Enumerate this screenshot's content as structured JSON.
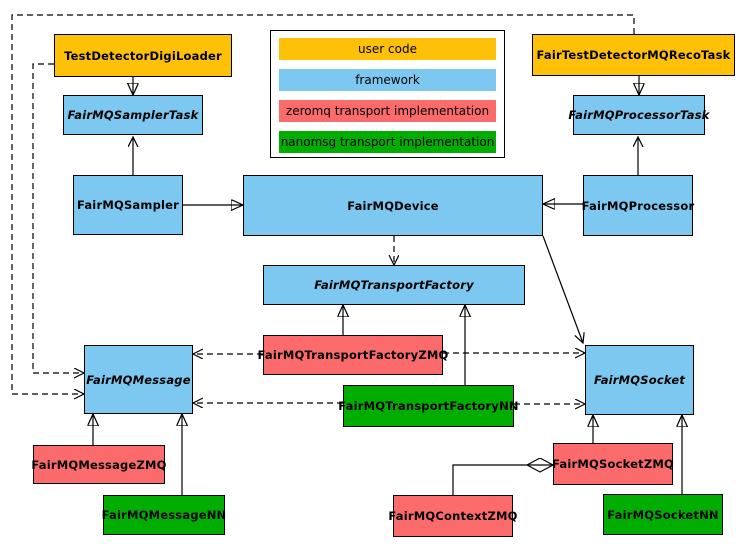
{
  "colors": {
    "user_code": "#FFC107",
    "framework": "#7CC8F0",
    "zeromq": "#FB6B6B",
    "nanomsg": "#00AD00",
    "line": "#000000",
    "background": "#FFFFFF"
  },
  "legend": {
    "items": [
      {
        "label": "user code",
        "color": "#FFC107"
      },
      {
        "label": "framework",
        "color": "#7CC8F0"
      },
      {
        "label": "zeromq transport implementation",
        "color": "#FB6B6B"
      },
      {
        "label": "nanomsg transport implementation",
        "color": "#00AD00"
      }
    ]
  },
  "nodes": {
    "testDetectorDigiLoader": {
      "label": "TestDetectorDigiLoader",
      "category": "user code",
      "abstract": false
    },
    "fairTestDetectorMQRecoTask": {
      "label": "FairTestDetectorMQRecoTask",
      "category": "user code",
      "abstract": false
    },
    "fairMQSamplerTask": {
      "label": "FairMQSamplerTask",
      "category": "framework",
      "abstract": true
    },
    "fairMQProcessorTask": {
      "label": "FairMQProcessorTask",
      "category": "framework",
      "abstract": true
    },
    "fairMQSampler": {
      "label": "FairMQSampler",
      "category": "framework",
      "abstract": false
    },
    "fairMQDevice": {
      "label": "FairMQDevice",
      "category": "framework",
      "abstract": false
    },
    "fairMQProcessor": {
      "label": "FairMQProcessor",
      "category": "framework",
      "abstract": false
    },
    "fairMQTransportFactory": {
      "label": "FairMQTransportFactory",
      "category": "framework",
      "abstract": true
    },
    "fairMQTransportFactoryZMQ": {
      "label": "FairMQTransportFactoryZMQ",
      "category": "zeromq",
      "abstract": false
    },
    "fairMQTransportFactoryNN": {
      "label": "FairMQTransportFactoryNN",
      "category": "nanomsg",
      "abstract": false
    },
    "fairMQMessage": {
      "label": "FairMQMessage",
      "category": "framework",
      "abstract": true
    },
    "fairMQSocket": {
      "label": "FairMQSocket",
      "category": "framework",
      "abstract": true
    },
    "fairMQMessageZMQ": {
      "label": "FairMQMessageZMQ",
      "category": "zeromq",
      "abstract": false
    },
    "fairMQMessageNN": {
      "label": "FairMQMessageNN",
      "category": "nanomsg",
      "abstract": false
    },
    "fairMQContextZMQ": {
      "label": "FairMQContextZMQ",
      "category": "zeromq",
      "abstract": false
    },
    "fairMQSocketZMQ": {
      "label": "FairMQSocketZMQ",
      "category": "zeromq",
      "abstract": false
    },
    "fairMQSocketNN": {
      "label": "FairMQSocketNN",
      "category": "nanomsg",
      "abstract": false
    }
  },
  "edges": [
    {
      "from": "TestDetectorDigiLoader",
      "to": "FairMQSamplerTask",
      "kind": "inheritance-hollow-triangle",
      "line": "solid"
    },
    {
      "from": "FairTestDetectorMQRecoTask",
      "to": "FairMQProcessorTask",
      "kind": "inheritance-hollow-triangle",
      "line": "solid"
    },
    {
      "from": "FairMQSampler",
      "to": "FairMQSamplerTask",
      "kind": "association-open-arrow",
      "line": "solid"
    },
    {
      "from": "FairMQProcessor",
      "to": "FairMQProcessorTask",
      "kind": "association-open-arrow",
      "line": "solid"
    },
    {
      "from": "FairMQSampler",
      "to": "FairMQDevice",
      "kind": "inheritance-hollow-triangle",
      "line": "solid"
    },
    {
      "from": "FairMQProcessor",
      "to": "FairMQDevice",
      "kind": "inheritance-hollow-triangle",
      "line": "solid"
    },
    {
      "from": "FairMQDevice",
      "to": "FairMQTransportFactory",
      "kind": "dependency-open-arrow",
      "line": "dashed"
    },
    {
      "from": "FairMQDevice",
      "to": "FairMQSocket",
      "kind": "association-open-arrow",
      "line": "solid"
    },
    {
      "from": "FairMQTransportFactoryZMQ",
      "to": "FairMQTransportFactory",
      "kind": "inheritance-hollow-triangle",
      "line": "solid"
    },
    {
      "from": "FairMQTransportFactoryNN",
      "to": "FairMQTransportFactory",
      "kind": "inheritance-hollow-triangle",
      "line": "solid"
    },
    {
      "from": "FairMQTransportFactoryZMQ",
      "to": "FairMQMessage",
      "kind": "dependency-open-arrow",
      "line": "dashed"
    },
    {
      "from": "FairMQTransportFactoryZMQ",
      "to": "FairMQSocket",
      "kind": "dependency-open-arrow",
      "line": "dashed"
    },
    {
      "from": "FairMQTransportFactoryNN",
      "to": "FairMQMessage",
      "kind": "dependency-open-arrow",
      "line": "dashed"
    },
    {
      "from": "FairMQTransportFactoryNN",
      "to": "FairMQSocket",
      "kind": "dependency-open-arrow",
      "line": "dashed"
    },
    {
      "from": "TestDetectorDigiLoader",
      "to": "FairMQMessage",
      "kind": "dependency-open-arrow",
      "line": "dashed"
    },
    {
      "from": "FairTestDetectorMQRecoTask",
      "to": "FairMQMessage",
      "kind": "dependency-open-arrow",
      "line": "dashed"
    },
    {
      "from": "FairMQMessageZMQ",
      "to": "FairMQMessage",
      "kind": "inheritance-hollow-triangle",
      "line": "solid"
    },
    {
      "from": "FairMQMessageNN",
      "to": "FairMQMessage",
      "kind": "inheritance-hollow-triangle",
      "line": "solid"
    },
    {
      "from": "FairMQSocketZMQ",
      "to": "FairMQSocket",
      "kind": "inheritance-hollow-triangle",
      "line": "solid"
    },
    {
      "from": "FairMQSocketNN",
      "to": "FairMQSocket",
      "kind": "inheritance-hollow-triangle",
      "line": "solid"
    },
    {
      "from": "FairMQContextZMQ",
      "to": "FairMQSocketZMQ",
      "kind": "composition-filled-diamond",
      "line": "solid"
    }
  ]
}
